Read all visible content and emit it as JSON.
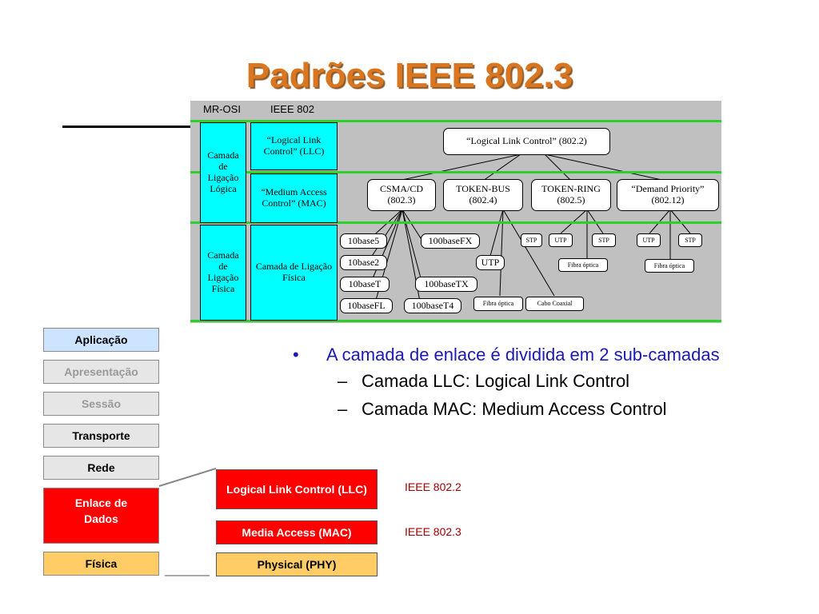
{
  "slide": {
    "title": "Padrões IEEE 802.3"
  },
  "figure": {
    "header_osi": "MR-OSI",
    "header_ieee": "IEEE 802",
    "osi_col": {
      "link": "Camada de Ligação Lógica",
      "physical": "Camada de Ligação Física"
    },
    "ieee_col": {
      "llc": "“Logical Link Control” (LLC)",
      "mac": "“Medium Access Control” (MAC)",
      "physical": "Camada de Ligação Física"
    },
    "llc_box": "“Logical Link Control” (802.2)",
    "mac_boxes": [
      {
        "line1": "CSMA/CD",
        "line2": "(802.3)"
      },
      {
        "line1": "TOKEN-BUS",
        "line2": "(802.4)"
      },
      {
        "line1": "TOKEN-RING",
        "line2": "(802.5)"
      },
      {
        "line1": "“Demand Priority”",
        "line2": "(802.12)"
      }
    ],
    "csma_phy": [
      "10base5",
      "10base2",
      "10baseT",
      "10baseFL",
      "100baseT4",
      "100baseTX",
      "100baseFX"
    ],
    "bus_phy": [
      "UTP",
      "Fibra óptica",
      "Cabo Coaxial"
    ],
    "ring_phy": [
      "STP",
      "UTP",
      "STP",
      "Fibra óptica"
    ],
    "demand_phy": [
      "UTP",
      "STP",
      "Fibra óptica"
    ]
  },
  "osi_stack": [
    {
      "label": "Aplicação",
      "color": "#cce4ff",
      "text_color": "#000000"
    },
    {
      "label": "Apresentação",
      "color": "#e6e6e6",
      "text_color": "#999999"
    },
    {
      "label": "Sessão",
      "color": "#e6e6e6",
      "text_color": "#999999"
    },
    {
      "label": "Transporte",
      "color": "#e6e6e6",
      "text_color": "#000000"
    },
    {
      "label": "Rede",
      "color": "#e6e6e6",
      "text_color": "#000000"
    },
    {
      "label": "Enlace de Dados",
      "color": "#ff0000",
      "text_color": "#ffffff"
    },
    {
      "label": "Física",
      "color": "#ffcc66",
      "text_color": "#000000"
    }
  ],
  "bullets": {
    "main": "A camada de enlace é dividida em 2 sub-camadas",
    "sub": [
      "Camada LLC: Logical Link Control",
      "Camada MAC: Medium Access Control"
    ]
  },
  "sublayers": [
    {
      "label": "Logical Link Control (LLC)",
      "standard": "IEEE 802.2"
    },
    {
      "label": "Media Access (MAC)",
      "standard": "IEEE 802.3"
    },
    {
      "label": "Physical (PHY)",
      "standard": ""
    }
  ]
}
